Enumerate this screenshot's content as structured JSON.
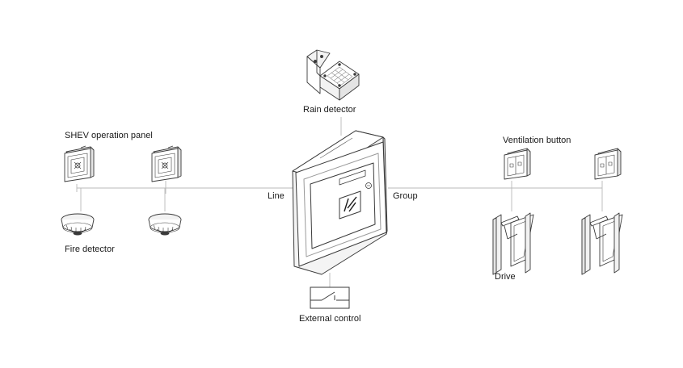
{
  "labels": {
    "rain_detector": "Rain detector",
    "shev_panel": "SHEV operation panel",
    "ventilation_button": "Ventilation button",
    "line": "Line",
    "group": "Group",
    "fire_detector": "Fire detector",
    "drive": "Drive",
    "external_control": "External control"
  },
  "colors": {
    "stroke": "#3a3a3a",
    "connector": "#b8b8b8",
    "text": "#1a1a1a"
  }
}
